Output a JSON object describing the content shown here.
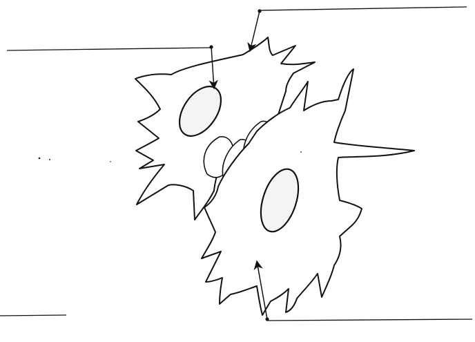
{
  "figure": {
    "kind": "unlabelled worksheet drawing of connective tissue cells",
    "cells": 2,
    "nuclei": 2,
    "label_blanks": 4,
    "label_text": [
      "",
      "",
      "",
      ""
    ]
  },
  "colors": {
    "ink": "#111111",
    "paper": "#ffffff"
  }
}
